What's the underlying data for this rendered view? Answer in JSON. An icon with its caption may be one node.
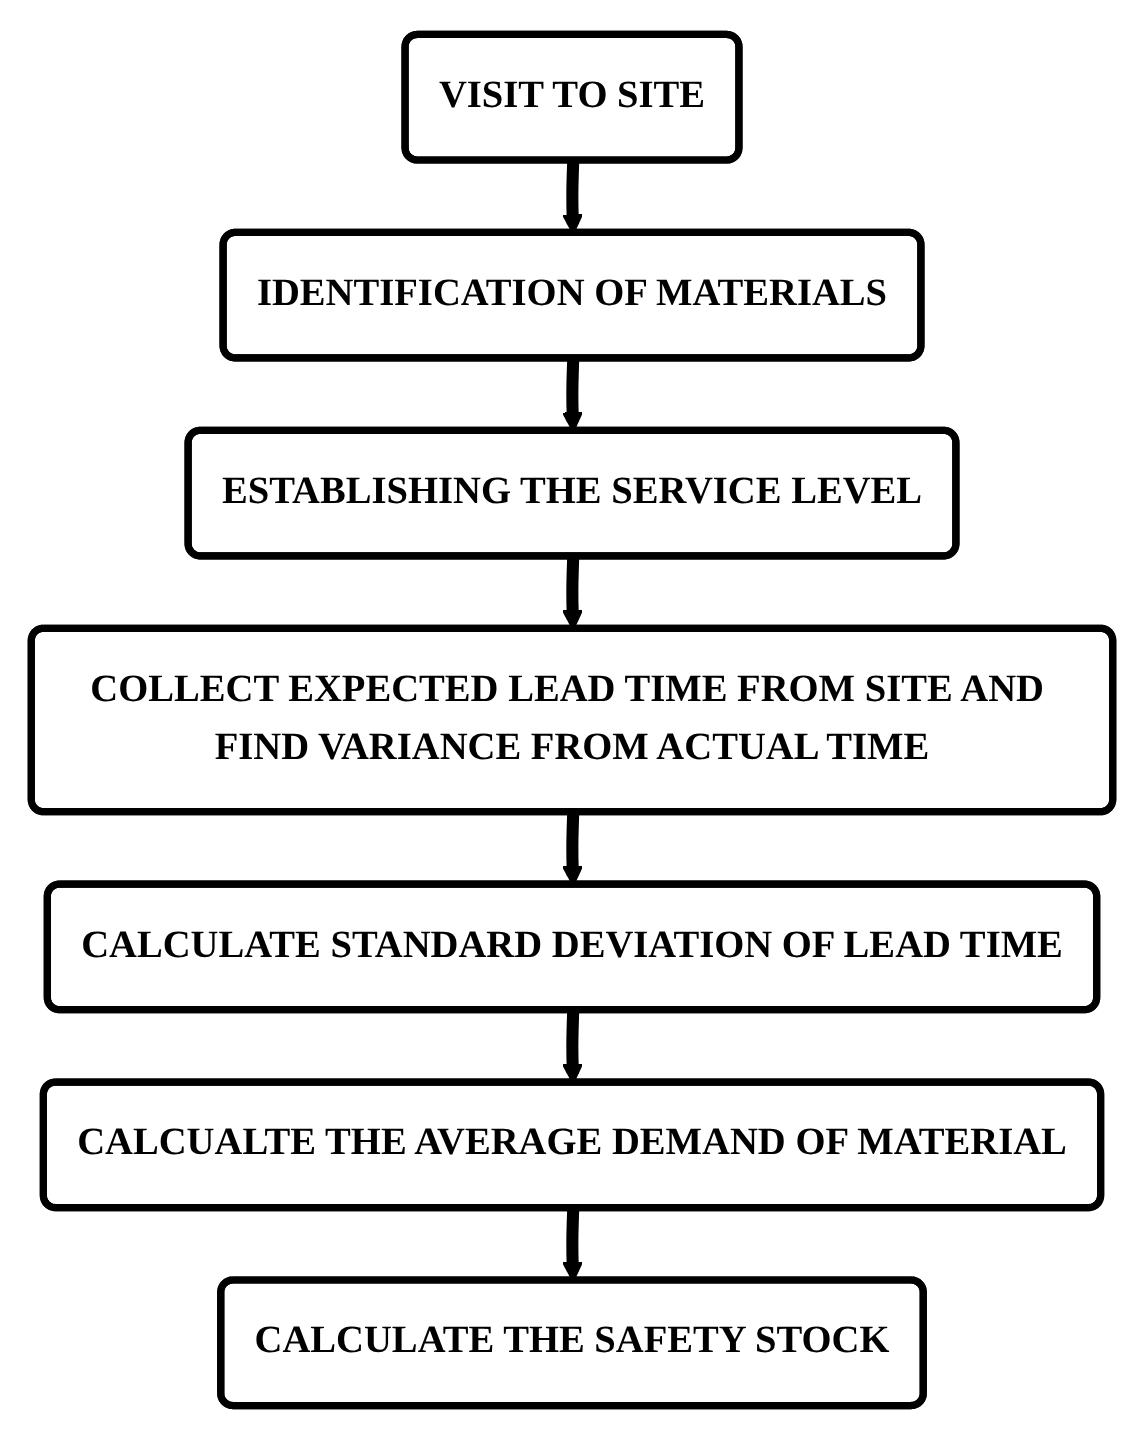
{
  "diagram": {
    "nodes": [
      {
        "text": [
          "VISIT TO SITE"
        ]
      },
      {
        "text": [
          "IDENTIFICATION OF MATERIALS"
        ]
      },
      {
        "text": [
          "ESTABLISHING THE SERVICE LEVEL"
        ]
      },
      {
        "text": [
          "COLLECT EXPECTED LEAD TIME FROM SITE AND FIND VARIANCE FROM ACTUAL TIME"
        ]
      },
      {
        "text": [
          "CALCULATE STANDARD DEVIATION OF LEAD TIME"
        ]
      },
      {
        "text": [
          "CALCUALTE THE AVERAGE DEMAND OF MATERIAL"
        ]
      },
      {
        "text": [
          "CALCULATE THE SAFETY STOCK"
        ]
      }
    ],
    "edges": [
      {
        "from": 0,
        "to": 1,
        "arrow": "to"
      },
      {
        "from": 1,
        "to": 2,
        "arrow": "to"
      },
      {
        "from": 2,
        "to": 3,
        "arrow": "to"
      },
      {
        "from": 3,
        "to": 4,
        "arrow": "to"
      },
      {
        "from": 4,
        "to": 5,
        "arrow": "to"
      },
      {
        "from": 5,
        "to": 6,
        "arrow": "to"
      }
    ]
  }
}
